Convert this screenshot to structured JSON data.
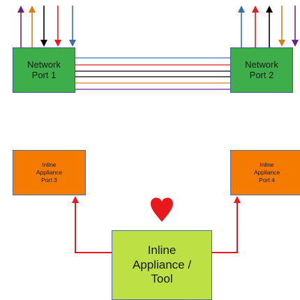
{
  "colors": {
    "network_fill": "#3dae49",
    "network_border": "#3b5c8c",
    "inline_fill": "#f47a00",
    "inline_border": "#4a6fa0",
    "tool_fill": "#bde044",
    "tool_border": "#4a6fa0",
    "link_red": "#e8191d",
    "heart": "#e8191d",
    "wire_purple": "#6b2380",
    "wire_orange": "#d97c1a",
    "wire_black": "#000000",
    "wire_red": "#e8191d",
    "wire_blue": "#3d6cb0",
    "bus_blue": "#3d6cb0"
  },
  "network_port_1": {
    "line1": "Network",
    "line2": "Port 1"
  },
  "network_port_2": {
    "line1": "Network",
    "line2": "Port 2"
  },
  "inline_port_3": {
    "line1": "Inline",
    "line2": "Appliance",
    "line3": "Port 3"
  },
  "inline_port_4": {
    "line1": "Inline",
    "line2": "Appliance",
    "line3": "Port 4"
  },
  "tool": {
    "line1": "Inline",
    "line2": "Appliance /",
    "line3": "Tool"
  },
  "icons": {
    "heart": "heart-icon",
    "arrow": "arrow-icon"
  }
}
